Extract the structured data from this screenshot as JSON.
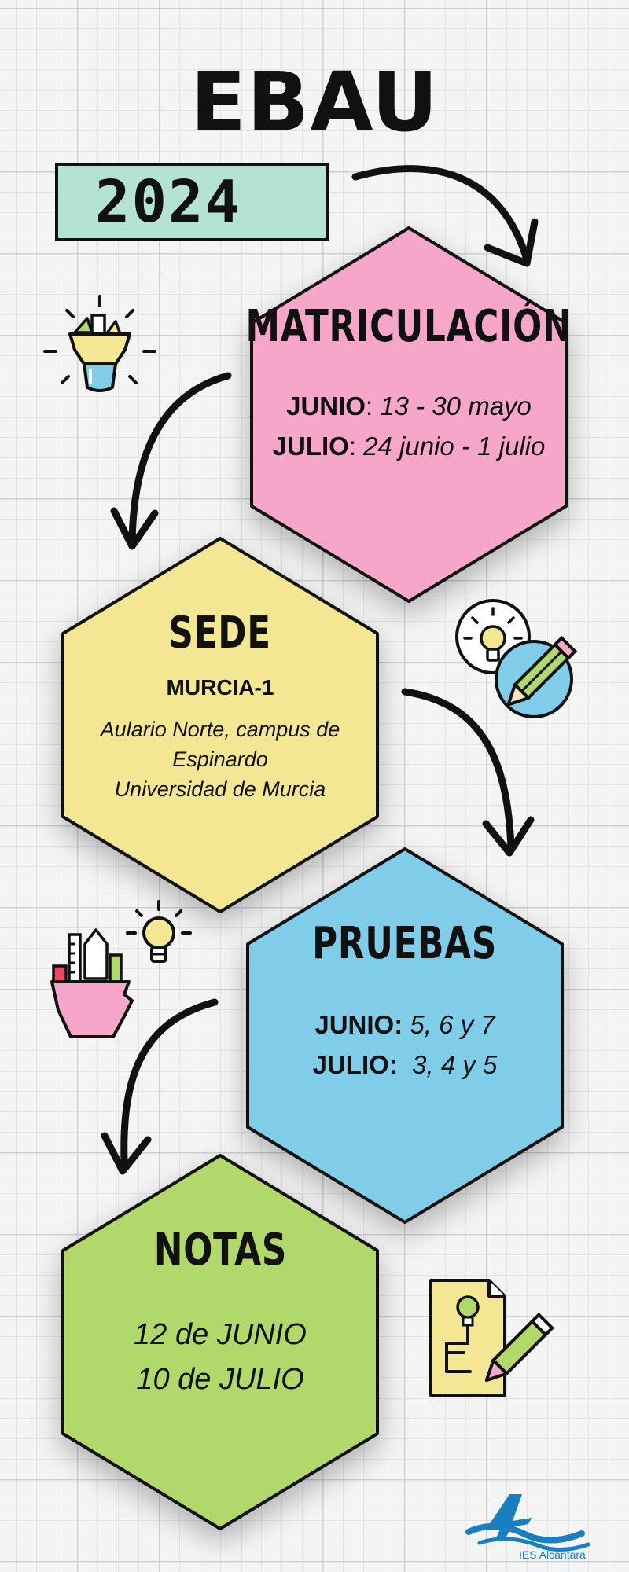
{
  "title": "EBAU",
  "year": "2024",
  "matriculacion": {
    "title": "MATRICULACIÓN",
    "rows": [
      {
        "label": "JUNIO",
        "sep": ":",
        "value": " 13 - 30 mayo"
      },
      {
        "label": "JULIO",
        "sep": ":",
        "value": " 24 junio - 1 julio"
      }
    ]
  },
  "sede": {
    "title": "SEDE",
    "name": "MURCIA-1",
    "address_line1": "Aulario Norte, campus de",
    "address_line2": "Espinardo",
    "address_line3": "Universidad de Murcia"
  },
  "pruebas": {
    "title": "PRUEBAS",
    "rows": [
      {
        "label": "JUNIO:",
        "value": " 5, 6 y 7"
      },
      {
        "label": "JULIO:",
        "value": "  3, 4 y 5"
      }
    ]
  },
  "notas": {
    "title": "NOTAS",
    "line1": "12 de JUNIO",
    "line2": "10 de JULIO"
  },
  "logo": {
    "text": "IES Alcántara"
  },
  "colors": {
    "year_bg": "#b4e3d3",
    "matriculacion": "#f5a6c9",
    "sede": "#f3e794",
    "pruebas": "#80cdea",
    "notas": "#b1d86b",
    "logo_blue": "#1a7fc1"
  }
}
